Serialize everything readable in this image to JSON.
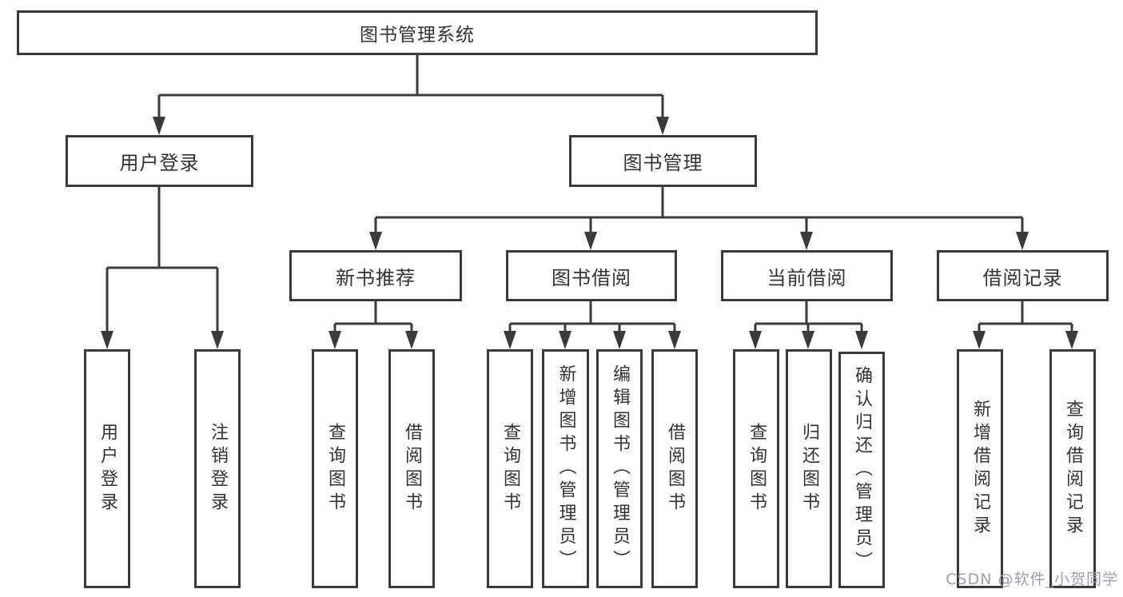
{
  "colors": {
    "line": "#3a3a3a",
    "box_border": "#3a3a3a",
    "box_bg": "#ffffff",
    "text": "#333333",
    "watermark": "#9ba0a8"
  },
  "nodes": {
    "root": "图书管理系统",
    "user_login": "用户登录",
    "book_mgmt": "图书管理",
    "new_books": "新书推荐",
    "book_borrow": "图书借阅",
    "current_borrow": "当前借阅",
    "borrow_records": "借阅记录",
    "leaf_user_login": "用户登录",
    "leaf_logout": "注销登录",
    "leaf_nb_query": "查询图书",
    "leaf_nb_borrow": "借阅图书",
    "leaf_bb_query": "查询图书",
    "leaf_bb_add": "新增图书（管理员）",
    "leaf_bb_edit": "编辑图书（管理员）",
    "leaf_bb_borrow": "借阅图书",
    "leaf_cb_query": "查询图书",
    "leaf_cb_return": "归还图书",
    "leaf_cb_confirm": "确认归还（管理员）",
    "leaf_br_add": "新增借阅记录",
    "leaf_br_query": "查询借阅记录"
  },
  "watermark": "CSDN @软件_小贺同学"
}
